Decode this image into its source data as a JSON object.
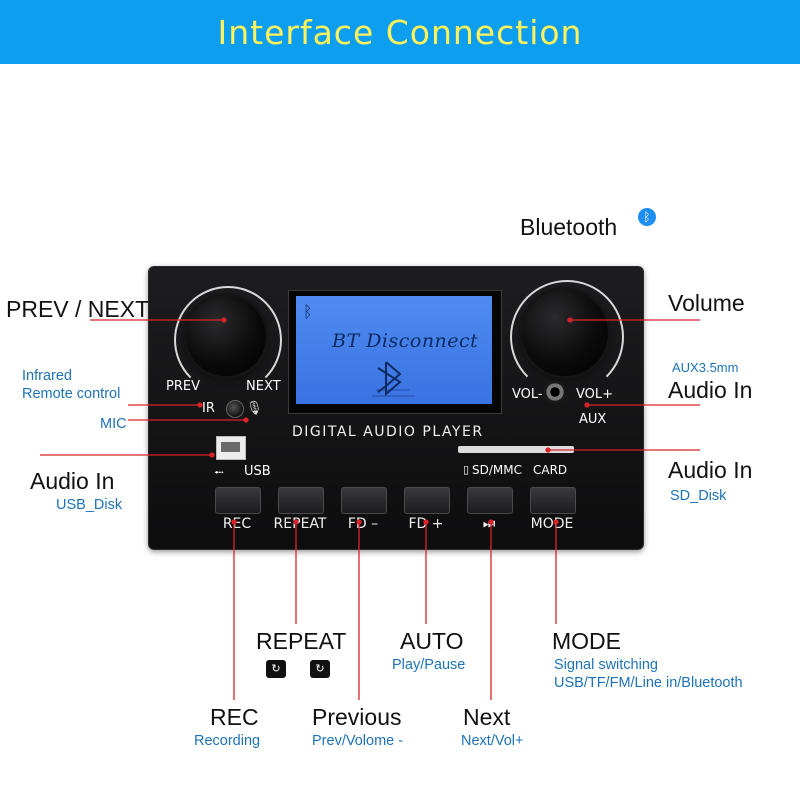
{
  "header": {
    "title": "Interface  Connection"
  },
  "device": {
    "lcd_text": "BT Disconnect",
    "panel_title": "DIGITAL AUDIO PLAYER",
    "knob_labels": {
      "prev": "PREV",
      "next": "NEXT",
      "vol_minus": "VOL-",
      "vol_plus": "VOL+"
    },
    "ir_label": "IR",
    "aux_label": "AUX",
    "usb_label": "USB",
    "sd_label": "SD/MMC",
    "card_label": "CARD",
    "buttons": [
      "REC",
      "REPEAT",
      "FD –",
      "FD +",
      "⏭",
      "MODE"
    ]
  },
  "annotations": {
    "bluetooth": "Bluetooth",
    "prev_next": "PREV / NEXT",
    "volume": "Volume",
    "infrared_1": "Infrared",
    "infrared_2": "Remote control",
    "mic": "MIC",
    "aux_sub": "AUX3.5mm",
    "aux_main": "Audio In",
    "usb_main": "Audio In",
    "usb_sub": "USB_Disk",
    "sd_main": "Audio In",
    "sd_sub": "SD_Disk",
    "repeat": "REPEAT",
    "auto": "AUTO",
    "auto_sub": "Play/Pause",
    "mode": "MODE",
    "mode_sub_1": "Signal switching",
    "mode_sub_2": "USB/TF/FM/Line in/Bluetooth",
    "rec": "REC",
    "rec_sub": "Recording",
    "previous": "Previous",
    "previous_sub": "Prev/Volome -",
    "next": "Next",
    "next_sub": "Next/Vol+"
  },
  "icons": {
    "bluetooth": "bluetooth-icon",
    "repeat_all": "repeat-all-icon",
    "repeat_one": "repeat-one-icon",
    "mic": "mic-icon",
    "usb": "usb-symbol-icon"
  },
  "colors": {
    "banner": "#0e9ef0",
    "banner_text": "#fff25a",
    "leader_line": "#d9232a",
    "sub_text": "#1e73b8",
    "lcd": "#4a86ec"
  }
}
